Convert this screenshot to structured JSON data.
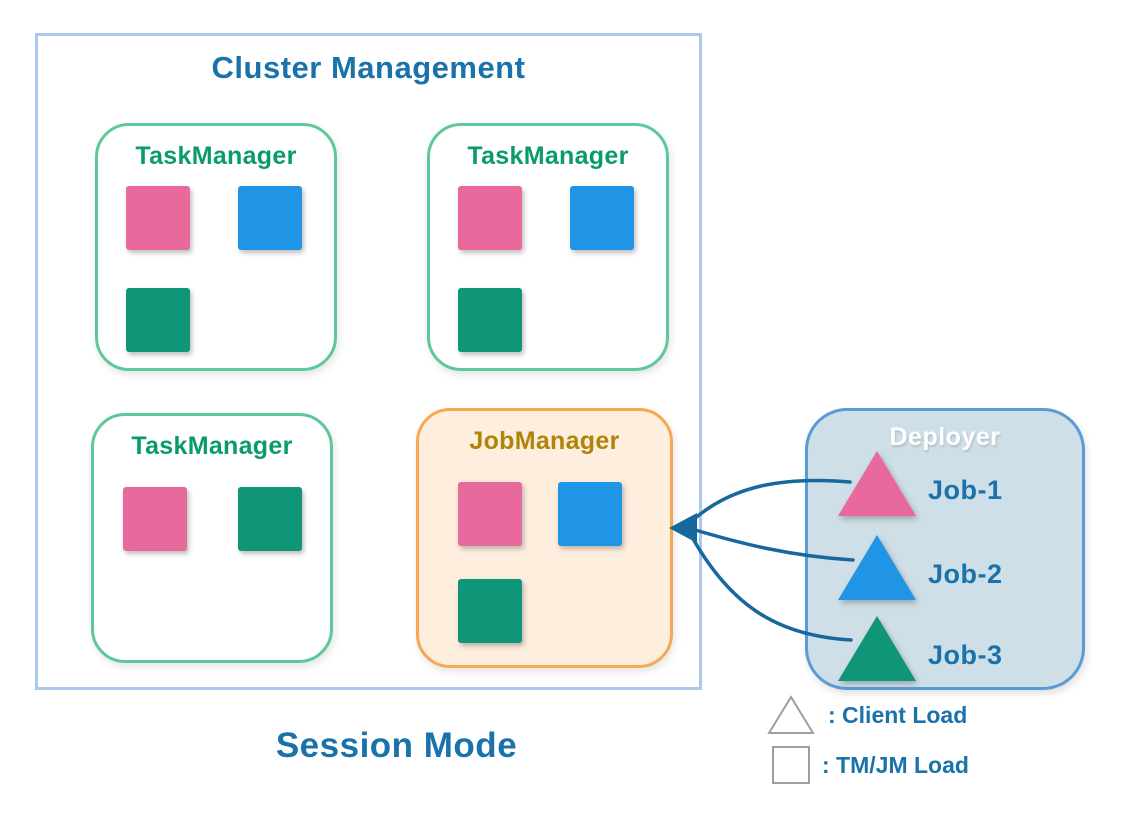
{
  "colors": {
    "pink": "#e8699b",
    "blue": "#2095e5",
    "green": "#0f9577",
    "arrow_blue": "#16689e",
    "heading_blue": "#1a72ab",
    "tm_border": "#5ec998",
    "tm_text": "#0a9c68",
    "jm_border": "#f5a952",
    "jm_bg": "#fdeede",
    "jm_text": "#b08408",
    "cluster_border": "#abc9ec",
    "deployer_bg": "#cfdfe7",
    "deployer_border": "#5b9bd5",
    "deployer_text": "#ffffff",
    "legend_outline": "#9e9e9e"
  },
  "cluster": {
    "title": "Cluster Management",
    "caption": "Session Mode",
    "nodes": [
      {
        "id": "taskmanager-1",
        "label": "TaskManager",
        "slots": [
          "pink",
          "blue",
          "green"
        ]
      },
      {
        "id": "taskmanager-2",
        "label": "TaskManager",
        "slots": [
          "pink",
          "blue",
          "green"
        ]
      },
      {
        "id": "taskmanager-3",
        "label": "TaskManager",
        "slots": [
          "pink",
          "green"
        ]
      },
      {
        "id": "jobmanager",
        "label": "JobManager",
        "slots": [
          "pink",
          "blue",
          "green"
        ]
      }
    ]
  },
  "deployer": {
    "title": "Deployer",
    "jobs": [
      {
        "label": "Job-1",
        "color": "pink"
      },
      {
        "label": "Job-2",
        "color": "blue"
      },
      {
        "label": "Job-3",
        "color": "green"
      }
    ]
  },
  "legend": {
    "items": [
      {
        "symbol": "triangle",
        "label": ": Client Load"
      },
      {
        "symbol": "square",
        "label": ": TM/JM Load"
      }
    ]
  }
}
